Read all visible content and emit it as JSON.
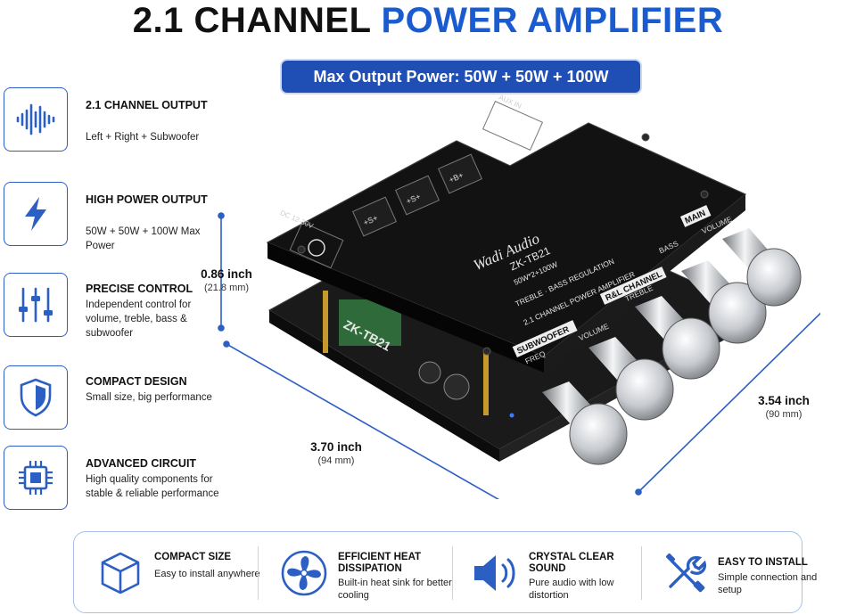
{
  "title": {
    "part1": "2.1 CHANNEL",
    "part2": "POWER AMPLIFIER"
  },
  "badge": "Max Output Power: 50W + 50W + 100W",
  "features": [
    {
      "icon": "sound-wave-icon",
      "title": "2.1 CHANNEL OUTPUT",
      "desc": "Left + Right + Subwoofer"
    },
    {
      "icon": "lightning-icon",
      "title": "HIGH POWER OUTPUT",
      "desc": "50W + 50W + 100W Max Power"
    },
    {
      "icon": "sliders-icon",
      "title": "PRECISE CONTROL",
      "desc": "Independent control for volume, treble, bass & subwoofer"
    },
    {
      "icon": "shield-icon",
      "title": "COMPACT DESIGN",
      "desc": "Small size, big performance"
    },
    {
      "icon": "chip-icon",
      "title": "ADVANCED CIRCUIT",
      "desc": "High quality components for stable & reliable performance"
    }
  ],
  "board": {
    "brand": "Wadi Audio",
    "model": "ZK-TB21",
    "power": "50W*2+100W",
    "line1": "TREBLE · BASS REGULATION",
    "line2": "2.1 CHANNEL POWER AMPLIFIER",
    "input_label": "AUX IN",
    "voltage": "DC 12-30V",
    "side_model": "ZK-TB21",
    "subwoofer_label": "SUBWOOFER",
    "rl_label": "R&L CHANNEL",
    "main_label": "MAIN",
    "knob_labels": [
      "FREQ",
      "VOLUME",
      "TREBLE",
      "BASS",
      "VOLUME"
    ],
    "speaker_marks": [
      "+S+",
      "+S+",
      "+B+"
    ]
  },
  "dimensions": {
    "height": {
      "value": "0.86 inch",
      "metric": "(21.8 mm)"
    },
    "length": {
      "value": "3.70 inch",
      "metric": "(94 mm)"
    },
    "width": {
      "value": "3.54 inch",
      "metric": "(90 mm)"
    }
  },
  "bottom_features": [
    {
      "icon": "cube-icon",
      "title": "COMPACT SIZE",
      "desc": "Easy to install anywhere"
    },
    {
      "icon": "fan-icon",
      "title": "EFFICIENT HEAT DISSIPATION",
      "desc": "Built-in heat sink for better cooling"
    },
    {
      "icon": "speaker-icon",
      "title": "CRYSTAL CLEAR SOUND",
      "desc": "Pure audio with low distortion"
    },
    {
      "icon": "tools-icon",
      "title": "EASY TO INSTALL",
      "desc": "Simple connection and setup"
    }
  ],
  "colors": {
    "accent": "#1a5ccf",
    "badge": "#1f4fb4",
    "board": "#141414"
  }
}
